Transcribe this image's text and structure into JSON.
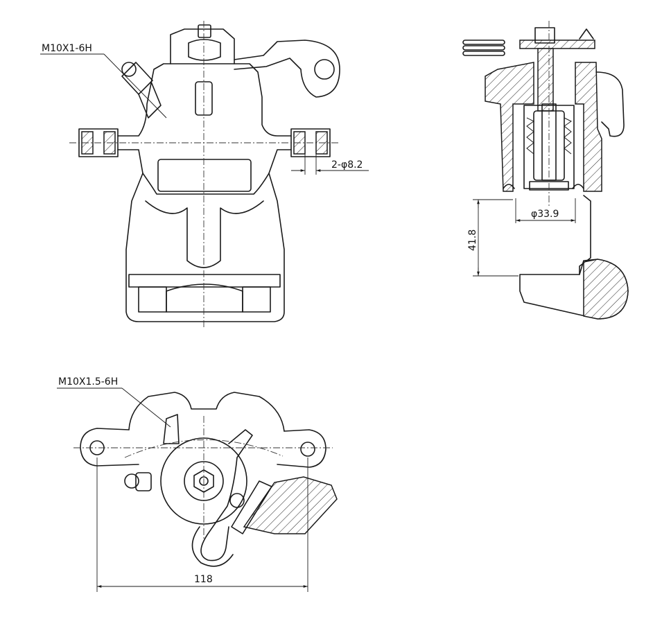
{
  "labels": {
    "thread_bleeder": "M10X1-6H",
    "hole_spec": "2-φ8.2",
    "bore_diameter": "φ33.9",
    "height_dim": "41.8",
    "thread_mount": "M10X1.5-6H",
    "width_dim": "118"
  },
  "colors": {
    "line": "#1a1a1a",
    "background": "#ffffff"
  }
}
